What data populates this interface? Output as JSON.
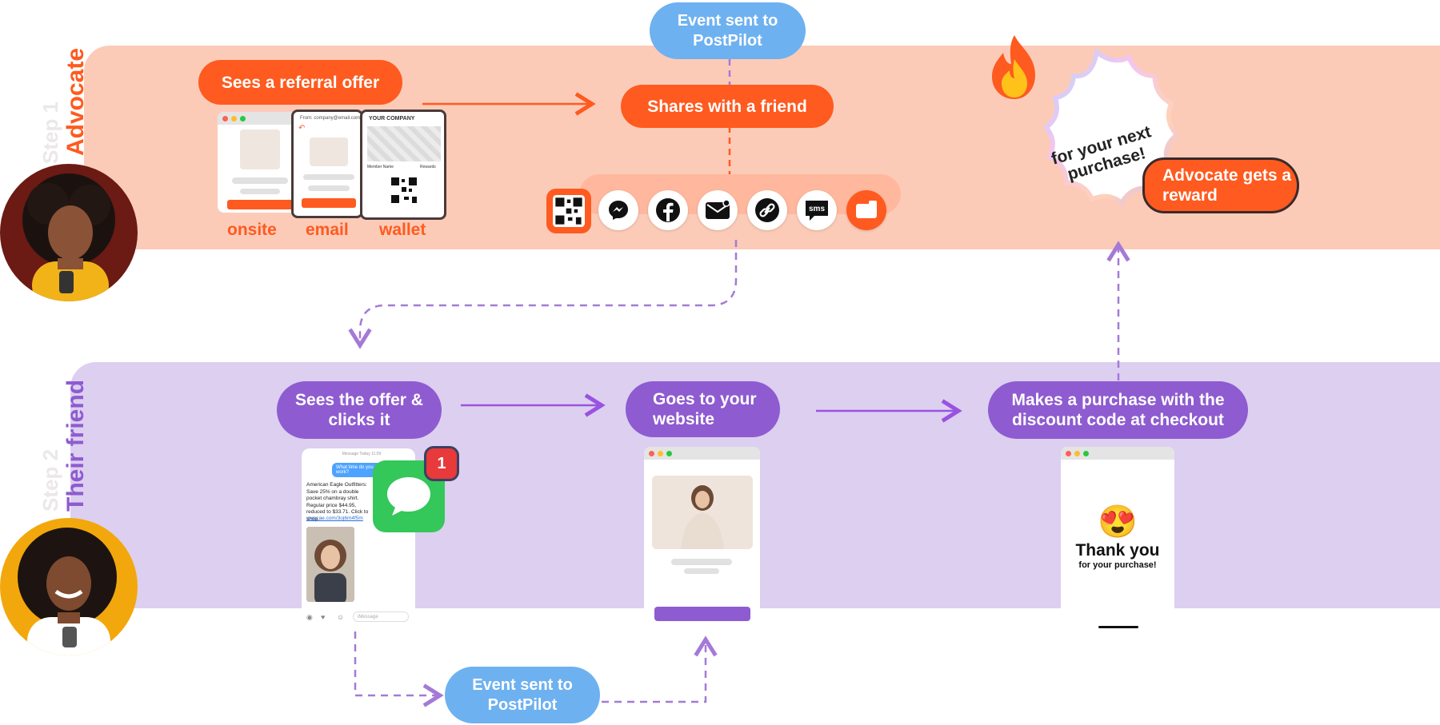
{
  "lanes": {
    "advocate": {
      "label": "Advocate",
      "ghost": "Step 1",
      "color": "#ff5a1f"
    },
    "friend": {
      "label": "Their friend",
      "ghost": "Step 2",
      "color": "#8e5bd0"
    }
  },
  "advocate_steps": {
    "sees_offer": "Sees a referral offer",
    "shares": "Shares with a friend",
    "reward": "Advocate gets a reward"
  },
  "event_top": "Event sent to PostPilot",
  "event_bottom": "Event sent to PostPilot",
  "channels": {
    "onsite": "onsite",
    "email": "email",
    "wallet": "wallet"
  },
  "email_mock": {
    "from": "From: company@email.com"
  },
  "wallet_mock": {
    "brand": "YOUR COMPANY",
    "member": "Member Name",
    "rewards": "Rewards"
  },
  "share_icons": [
    "qr-code-icon",
    "messenger-icon",
    "facebook-icon",
    "email-icon",
    "link-icon",
    "sms-icon",
    "video-icon"
  ],
  "share_sms_text": "sms",
  "reward_badge": {
    "text": "for your next purchase!"
  },
  "friend_steps": {
    "sees_clicks": "Sees the offer & clicks it",
    "goes_website": "Goes to your website",
    "purchase": "Makes a purchase with the discount code at checkout"
  },
  "message_mock": {
    "header": "Message Today 11:09",
    "bubble": "What time do you get off work?",
    "body": "American Eagle Outfitters: Save 25% on a double pocket chambray shirt. Regular price $44.95, reduced to $33.71. Click to shop:",
    "link": "www.ae.com/3oj6m4f5m",
    "input_placeholder": "iMessage",
    "badge_count": "1"
  },
  "thankyou": {
    "emoji": "😍",
    "title": "Thank you",
    "subtitle": "for your purchase!"
  },
  "colors": {
    "orange": "#ff5a1f",
    "purple": "#8e5bd0",
    "blue": "#6eb1f0",
    "advocate_band": "#fccbb8",
    "friend_band": "#dccff0"
  }
}
